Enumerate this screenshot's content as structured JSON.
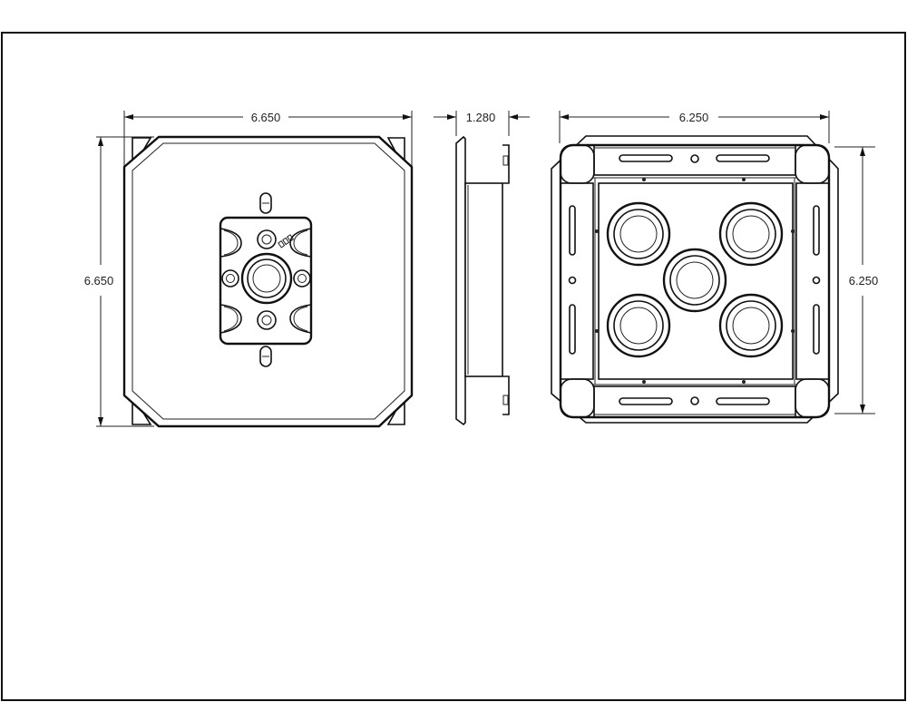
{
  "drawing": {
    "front_view": {
      "width_label": "6.650",
      "height_label": "6.650"
    },
    "side_view": {
      "depth_label": "1.280"
    },
    "back_view": {
      "width_label": "6.250",
      "height_label": "6.250"
    },
    "line_color": "#111111",
    "background": "#ffffff"
  }
}
